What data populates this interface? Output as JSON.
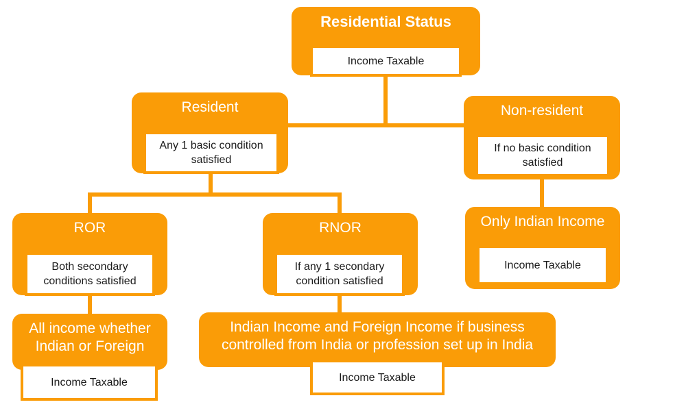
{
  "diagram": {
    "title": "Residential Status",
    "palette": {
      "accent": "#FA9C07",
      "panel_fill": "#FA9C07",
      "box_fill": "#FFFFFF",
      "title_text": "#FFFFFF",
      "box_text": "#1A1A1A",
      "background": "#FFFFFF"
    },
    "nodes": [
      {
        "id": "residential-status",
        "title": "Residential Status",
        "detail": "Income Taxable",
        "bold": true
      },
      {
        "id": "resident",
        "title": "Resident",
        "detail": "Any 1 basic condition\nsatisfied",
        "bold": false
      },
      {
        "id": "non-resident",
        "title": "Non-resident",
        "detail": "If no basic condition\nsatisfied",
        "bold": false
      },
      {
        "id": "ror",
        "title": "ROR",
        "detail": "Both secondary\nconditions satisfied",
        "bold": false
      },
      {
        "id": "rnor",
        "title": "RNOR",
        "detail": "If any 1 secondary\ncondition satisfied",
        "bold": false
      },
      {
        "id": "only-indian-income",
        "title": "Only Indian Income",
        "detail": "Income Taxable",
        "bold": false
      },
      {
        "id": "all-income",
        "title": "All income whether\nIndian or Foreign",
        "detail": "Income Taxable",
        "bold": false
      },
      {
        "id": "indian-and-foreign-income",
        "title": "Indian Income and Foreign Income if business\ncontrolled from India or profession set up in India",
        "detail": "Income Taxable",
        "bold": false
      }
    ],
    "edges": [
      {
        "from": "residential-status",
        "to": "resident"
      },
      {
        "from": "residential-status",
        "to": "non-resident"
      },
      {
        "from": "resident",
        "to": "ror"
      },
      {
        "from": "resident",
        "to": "rnor"
      },
      {
        "from": "non-resident",
        "to": "only-indian-income"
      },
      {
        "from": "ror",
        "to": "all-income"
      },
      {
        "from": "rnor",
        "to": "indian-and-foreign-income"
      }
    ]
  }
}
